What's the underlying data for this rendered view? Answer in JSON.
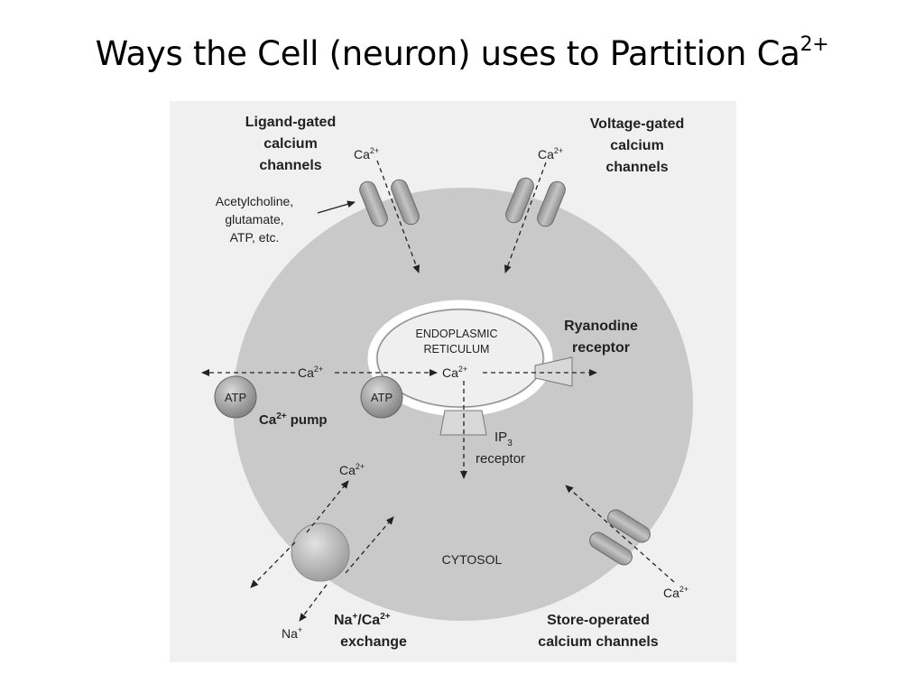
{
  "title": {
    "text": "Ways the Cell (neuron) uses to Partition Ca",
    "superscript": "2+"
  },
  "labels": {
    "ligand_gated": [
      "Ligand-gated",
      "calcium",
      "channels"
    ],
    "voltage_gated": [
      "Voltage-gated",
      "calcium",
      "channels"
    ],
    "agonists": [
      "Acetylcholine,",
      "glutamate,",
      "ATP, etc."
    ],
    "er": [
      "ENDOPLASMIC",
      "RETICULUM"
    ],
    "ryanodine": [
      "Ryanodine",
      "receptor"
    ],
    "ip3_base": "IP",
    "ip3_sub": "3",
    "ip3_receptor": "receptor",
    "atp": "ATP",
    "ca_pump_base": "Ca",
    "ca_pump_rest": " pump",
    "cytosol": "CYTOSOL",
    "exchange_line1_a": "Na",
    "exchange_line1_b": "/Ca",
    "exchange_line2": "exchange",
    "store_operated": [
      "Store-operated",
      "calcium channels"
    ],
    "ion_ca": "Ca",
    "ion_na": "Na",
    "charge_2plus": "2+",
    "charge_plus": "+"
  },
  "colors": {
    "cell": "#c9c9c9",
    "panel": "#f0f0f0",
    "channel": "#a0a0a0",
    "er_fill": "#efefef"
  }
}
